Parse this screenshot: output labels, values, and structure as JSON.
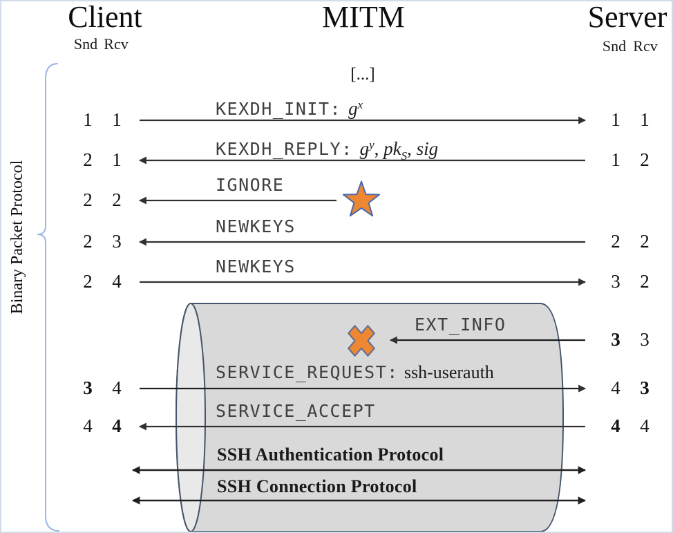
{
  "header": {
    "client": "Client",
    "mitm": "MITM",
    "server": "Server",
    "snd": "Snd",
    "rcv": "Rcv"
  },
  "side_label": "Binary Packet Protocol",
  "ellipsis": "[...]",
  "messages": {
    "kexdh_init": {
      "label": "KEXDH_INIT:",
      "base": "g",
      "exp": "x"
    },
    "kexdh_reply": {
      "label": "KEXDH_REPLY:",
      "base": "g",
      "exp": "y",
      "sep1": ", ",
      "pk": "pk",
      "pk_sub": "S",
      "sep2": ", ",
      "sig": "sig"
    },
    "ignore": {
      "label": "IGNORE"
    },
    "newkeys_1": {
      "label": "NEWKEYS"
    },
    "newkeys_2": {
      "label": "NEWKEYS"
    },
    "ext_info": {
      "label": "EXT_INFO"
    },
    "service_request": {
      "label": "SERVICE_REQUEST:",
      "arg": "ssh-userauth"
    },
    "service_accept": {
      "label": "SERVICE_ACCEPT"
    },
    "ssh_auth": {
      "label": "SSH Authentication Protocol"
    },
    "ssh_conn": {
      "label": "SSH Connection Protocol"
    }
  },
  "counters": {
    "client": [
      {
        "snd": "1",
        "rcv": "1"
      },
      {
        "snd": "2",
        "rcv": "1"
      },
      {
        "snd": "2",
        "rcv": "2"
      },
      {
        "snd": "2",
        "rcv": "3"
      },
      {
        "snd": "2",
        "rcv": "4"
      },
      {
        "snd": "3",
        "rcv": "4"
      },
      {
        "snd": "4",
        "rcv": "4"
      }
    ],
    "server": [
      {
        "snd": "1",
        "rcv": "1"
      },
      {
        "snd": "1",
        "rcv": "2"
      },
      {
        "snd": "2",
        "rcv": "2"
      },
      {
        "snd": "3",
        "rcv": "2"
      },
      {
        "snd": "3",
        "rcv": "3"
      },
      {
        "snd": "4",
        "rcv": "3"
      },
      {
        "snd": "4",
        "rcv": "4"
      }
    ]
  },
  "icons": {
    "star": "star-icon (injected packet marker)",
    "cross": "cross-icon (blocked message marker)"
  },
  "colors": {
    "marker_orange": "#ED8733",
    "star_border": "#4A69B0",
    "cross_border": "#5E6C94",
    "tunnel_fill": "#D9D9D9",
    "tunnel_cap_fill": "#E9E9E9",
    "tunnel_border": "#44546A",
    "brace_blue": "#9DB8E2",
    "arrow_dark": "#303030"
  }
}
